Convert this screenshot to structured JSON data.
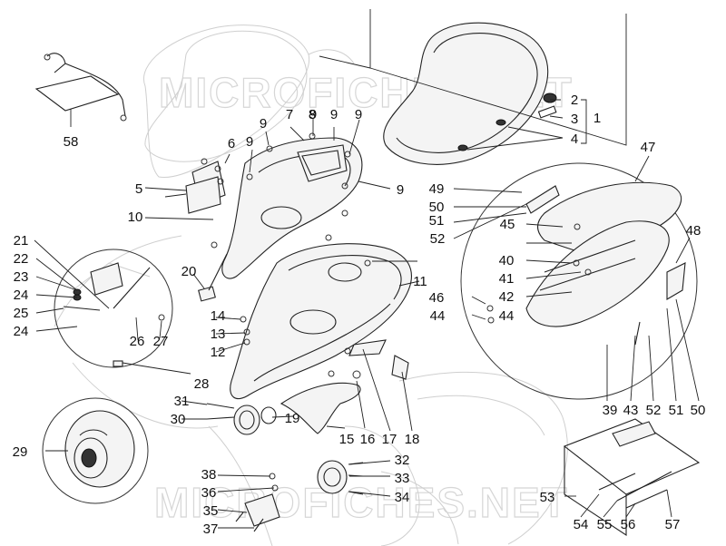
{
  "watermark": "MICROFICHES.NET",
  "callouts": [
    "58",
    "1",
    "2",
    "3",
    "4",
    "5",
    "6",
    "7",
    "8",
    "9",
    "9",
    "9",
    "9",
    "9",
    "9",
    "10",
    "11",
    "12",
    "13",
    "14",
    "15",
    "16",
    "17",
    "18",
    "19",
    "20",
    "21",
    "22",
    "23",
    "24",
    "24",
    "25",
    "26",
    "27",
    "28",
    "29",
    "30",
    "31",
    "32",
    "33",
    "34",
    "35",
    "36",
    "37",
    "38",
    "39",
    "40",
    "41",
    "42",
    "43",
    "44",
    "44",
    "45",
    "46",
    "47",
    "48",
    "49",
    "50",
    "50",
    "51",
    "51",
    "52",
    "52",
    "53",
    "54",
    "55",
    "56",
    "57"
  ]
}
